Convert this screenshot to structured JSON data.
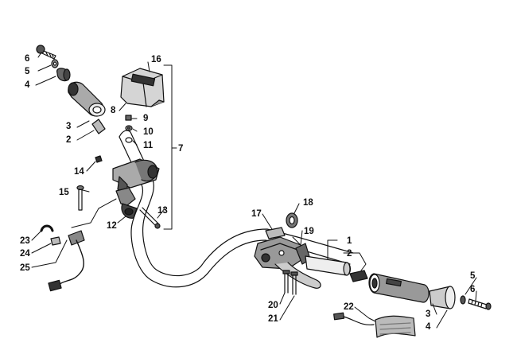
{
  "diagram": {
    "type": "exploded-parts-diagram",
    "line_color": "#111111",
    "part_fill_light": "#d8d8d8",
    "part_fill_dark": "#555555",
    "callouts": [
      {
        "id": "c6-left",
        "label": "6"
      },
      {
        "id": "c5-left",
        "label": "5"
      },
      {
        "id": "c4-left",
        "label": "4"
      },
      {
        "id": "c3-left",
        "label": "3"
      },
      {
        "id": "c2-left",
        "label": "2"
      },
      {
        "id": "c16",
        "label": "16"
      },
      {
        "id": "c8",
        "label": "8"
      },
      {
        "id": "c9",
        "label": "9"
      },
      {
        "id": "c10",
        "label": "10"
      },
      {
        "id": "c11",
        "label": "11"
      },
      {
        "id": "c7",
        "label": "7"
      },
      {
        "id": "c14",
        "label": "14"
      },
      {
        "id": "c15",
        "label": "15"
      },
      {
        "id": "c13",
        "label": "13"
      },
      {
        "id": "c12",
        "label": "12"
      },
      {
        "id": "c23",
        "label": "23"
      },
      {
        "id": "c24",
        "label": "24"
      },
      {
        "id": "c25",
        "label": "25"
      },
      {
        "id": "c18",
        "label": "18"
      },
      {
        "id": "c17",
        "label": "17"
      },
      {
        "id": "c19",
        "label": "19"
      },
      {
        "id": "c1",
        "label": "1"
      },
      {
        "id": "c2-right",
        "label": "2"
      },
      {
        "id": "c5-right",
        "label": "5"
      },
      {
        "id": "c6-right",
        "label": "6"
      },
      {
        "id": "c3-right",
        "label": "3"
      },
      {
        "id": "c4-right",
        "label": "4"
      },
      {
        "id": "c20",
        "label": "20"
      },
      {
        "id": "c21",
        "label": "21"
      },
      {
        "id": "c22",
        "label": "22"
      }
    ]
  }
}
